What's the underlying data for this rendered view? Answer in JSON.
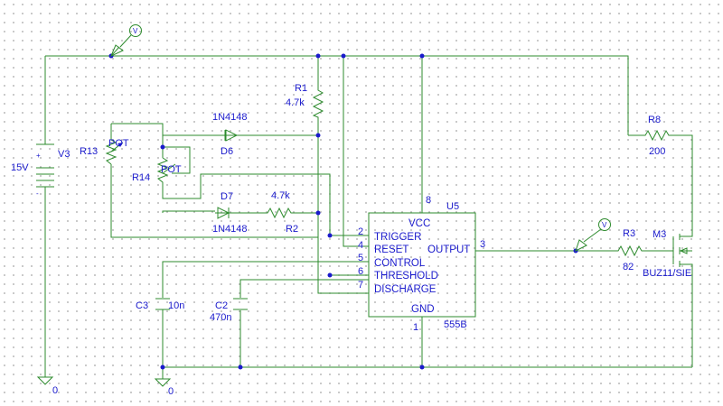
{
  "parts": {
    "v3": {
      "ref": "V3",
      "value": "15V",
      "plus": "+",
      "minus": "-"
    },
    "r1": {
      "ref": "R1",
      "value": "4.7k"
    },
    "d6": {
      "ref": "D6",
      "value": "1N4148"
    },
    "d7": {
      "ref": "D7",
      "value": "1N4148"
    },
    "r2": {
      "ref": "R2",
      "value": "4.7k"
    },
    "r13": {
      "ref": "R13",
      "value": "POT"
    },
    "r14": {
      "ref": "R14",
      "value": "POT"
    },
    "c3": {
      "ref": "C3",
      "value": "10n"
    },
    "c2": {
      "ref": "C2",
      "value": "470n"
    },
    "r8": {
      "ref": "R8",
      "value": "200"
    },
    "r3": {
      "ref": "R3",
      "value": "82"
    },
    "m3": {
      "ref": "M3",
      "value": "BUZ11/SIE"
    },
    "u5": {
      "ref": "U5",
      "model": "555B"
    }
  },
  "ic_pins": {
    "vcc": "VCC",
    "gnd": "GND",
    "trigger": "TRIGGER",
    "reset": "RESET",
    "output": "OUTPUT",
    "control": "CONTROL",
    "threshold": "THRESHOLD",
    "discharge": "DISCHARGE"
  },
  "pin_numbers": {
    "p1": "1",
    "p2": "2",
    "p3": "3",
    "p4": "4",
    "p5": "5",
    "p6": "6",
    "p7": "7",
    "p8": "8"
  },
  "grounds": {
    "g1": "0",
    "g2": "0"
  },
  "probes": {
    "probe1": "V",
    "probe2": "V"
  },
  "colors": {
    "wire": "#2e8b2e",
    "label": "#1a1acc",
    "grid": "#b8b8b8"
  }
}
